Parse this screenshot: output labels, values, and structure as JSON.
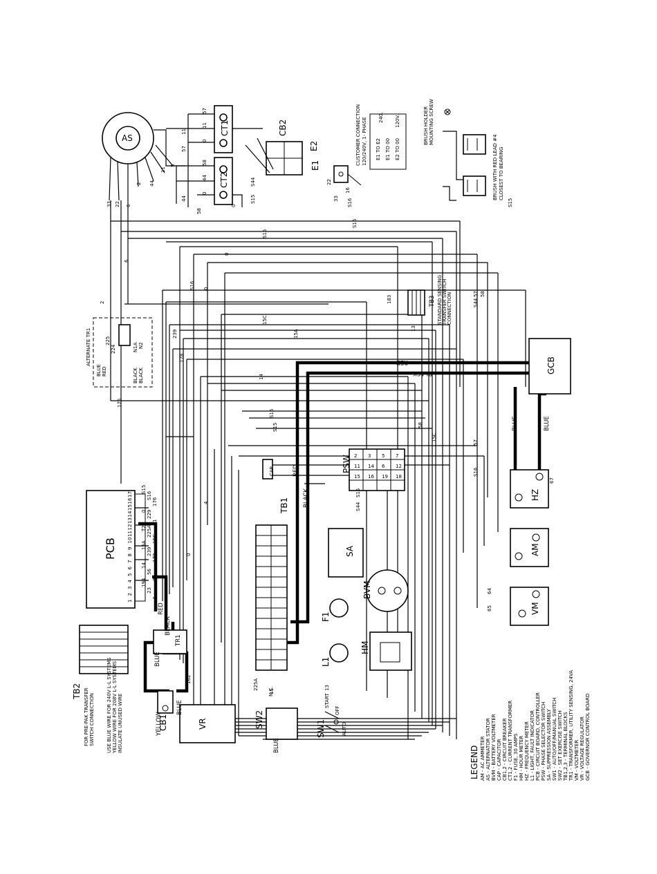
{
  "legend": {
    "title": "LEGEND",
    "items": [
      "AM - AC AMMETER",
      "AS - ALTERNATOR STATOR",
      "BVM - BATTERY VOLTMETER",
      "CAP - CAPACITOR",
      "CB1,2 - CIRCUIT BREAKER",
      "CT1,2 - CURRENT TRANSFORMER",
      "F1 - FUSE, 30 AMPS",
      "HM - HOUR METER",
      "HZ - FREQUENCY METER",
      "L1 - LIGHT, FAULT INDICATOR",
      "PCB - CIRCUIT BOARD, CONTROLLER",
      "PSW - PHASE SELECTOR SWITCH",
      "SA - SUPPRESSION ASSEMBLY",
      "SW1 - AUTO/OFF/MANUAL SWITCH",
      "SW2 - SET EXERCISE SWITCH",
      "TB1,2,3 - TERMINAL BLOCKS",
      "TR1 - TRANSFORMER, UTILITY SENSING, 24VA",
      "VM - VOLTMETER",
      "VR - VOLTAGE REGULATOR",
      "GCB - GOVERNOR CONTROL BOARD"
    ]
  },
  "components": {
    "as": "AS",
    "ct1": "CT1",
    "ct2": "CT2",
    "cb2": "CB2",
    "cb1": "CB1",
    "e1": "E1",
    "e2": "E2",
    "pcb": "PCB",
    "gcb": "GCB",
    "hz": "HZ",
    "am": "AM",
    "vm": "VM",
    "vr": "VR",
    "sa": "SA",
    "bvm": "BVM",
    "hm": "HM",
    "f1": "F1",
    "l1": "L1",
    "tb1": "TB1",
    "tb2": "TB2",
    "tb3": "TB3",
    "psw": "PSW",
    "sw1": "SW1",
    "sw2": "SW2",
    "cap": "CAP",
    "tr1": "TR1"
  },
  "notes": {
    "customer_connection": [
      "CUSTOMER CONNECTION",
      "120/240V, 1- PHASE"
    ],
    "customer_rows": [
      "E1 TO E2",
      "E1 TO 00",
      "E2 TO 00"
    ],
    "customer_volts": [
      "240.",
      "120V."
    ],
    "brush_holder": [
      "BRUSH HOLDER",
      "MOUNTING SCREW"
    ],
    "brush_lead": [
      "BRUSH WITH RED LEAD #4",
      "CLOSEST TO BEARING"
    ],
    "alternate_tr1": "ALTERNATE TR1",
    "tb3_note": [
      "STANDARD SENSING",
      "TRANSFER SWITCH",
      "CONNECTION"
    ],
    "pre_pak": [
      "FOR PRE-PAK TRANSFER",
      "SWITCH CONNECTION"
    ],
    "use_blue": [
      "USE BLUE WIRE FOR 240V L-L SYSTEMS",
      "YELLOW WIRE FOR 208V L-L SYSTEMS",
      "INSULATE UNUSED WIRE"
    ],
    "n_c": "N.C.",
    "sw1_start": "START",
    "sw1_off": "OFF",
    "sw1_auto": "AUTO"
  },
  "wire_colors": {
    "red": "RED",
    "black": "BLACK",
    "blue": "BLUE",
    "yellow": "YELLOW"
  },
  "wire_numbers": {
    "as_leads": [
      "33",
      "22",
      "6",
      "2",
      "44",
      "11",
      "5"
    ],
    "ct_labels": [
      "57",
      "11",
      "0",
      "57",
      "11",
      "58",
      "44",
      "0",
      "44",
      "S44",
      "S15",
      "0",
      "58"
    ],
    "bus_top": [
      "22",
      "33",
      "16",
      "S16",
      "S16",
      "S15",
      "0",
      "57",
      "58",
      "S44",
      "S15",
      "6",
      "S16",
      "0",
      "2"
    ],
    "bus_mid": [
      "15C",
      "15A",
      "239",
      "13",
      "14",
      "176",
      "178",
      "S16",
      "S15",
      "225",
      "224",
      "N1A",
      "N2"
    ],
    "pcb_pins": [
      "1",
      "2",
      "3",
      "4",
      "5",
      "6",
      "7",
      "8",
      "9",
      "10",
      "11",
      "12",
      "13",
      "14",
      "15",
      "16",
      "17"
    ],
    "pcb_left": [
      "S15",
      "S16",
      "176",
      "0",
      "229",
      "T1",
      "T2",
      "225A",
      "15C",
      "15A",
      "239",
      "178",
      "14",
      "56",
      "85",
      "194",
      "23",
      "4"
    ],
    "psw_terms": [
      "2",
      "3",
      "5",
      "7",
      "11",
      "14",
      "6",
      "12",
      "15",
      "16",
      "19",
      "18"
    ],
    "misc": [
      "64",
      "65",
      "67",
      "183",
      "162",
      "225A",
      "15",
      "13",
      "0",
      "4",
      "S44",
      "S15",
      "S16",
      "57",
      "58",
      "15C",
      "15A"
    ]
  }
}
